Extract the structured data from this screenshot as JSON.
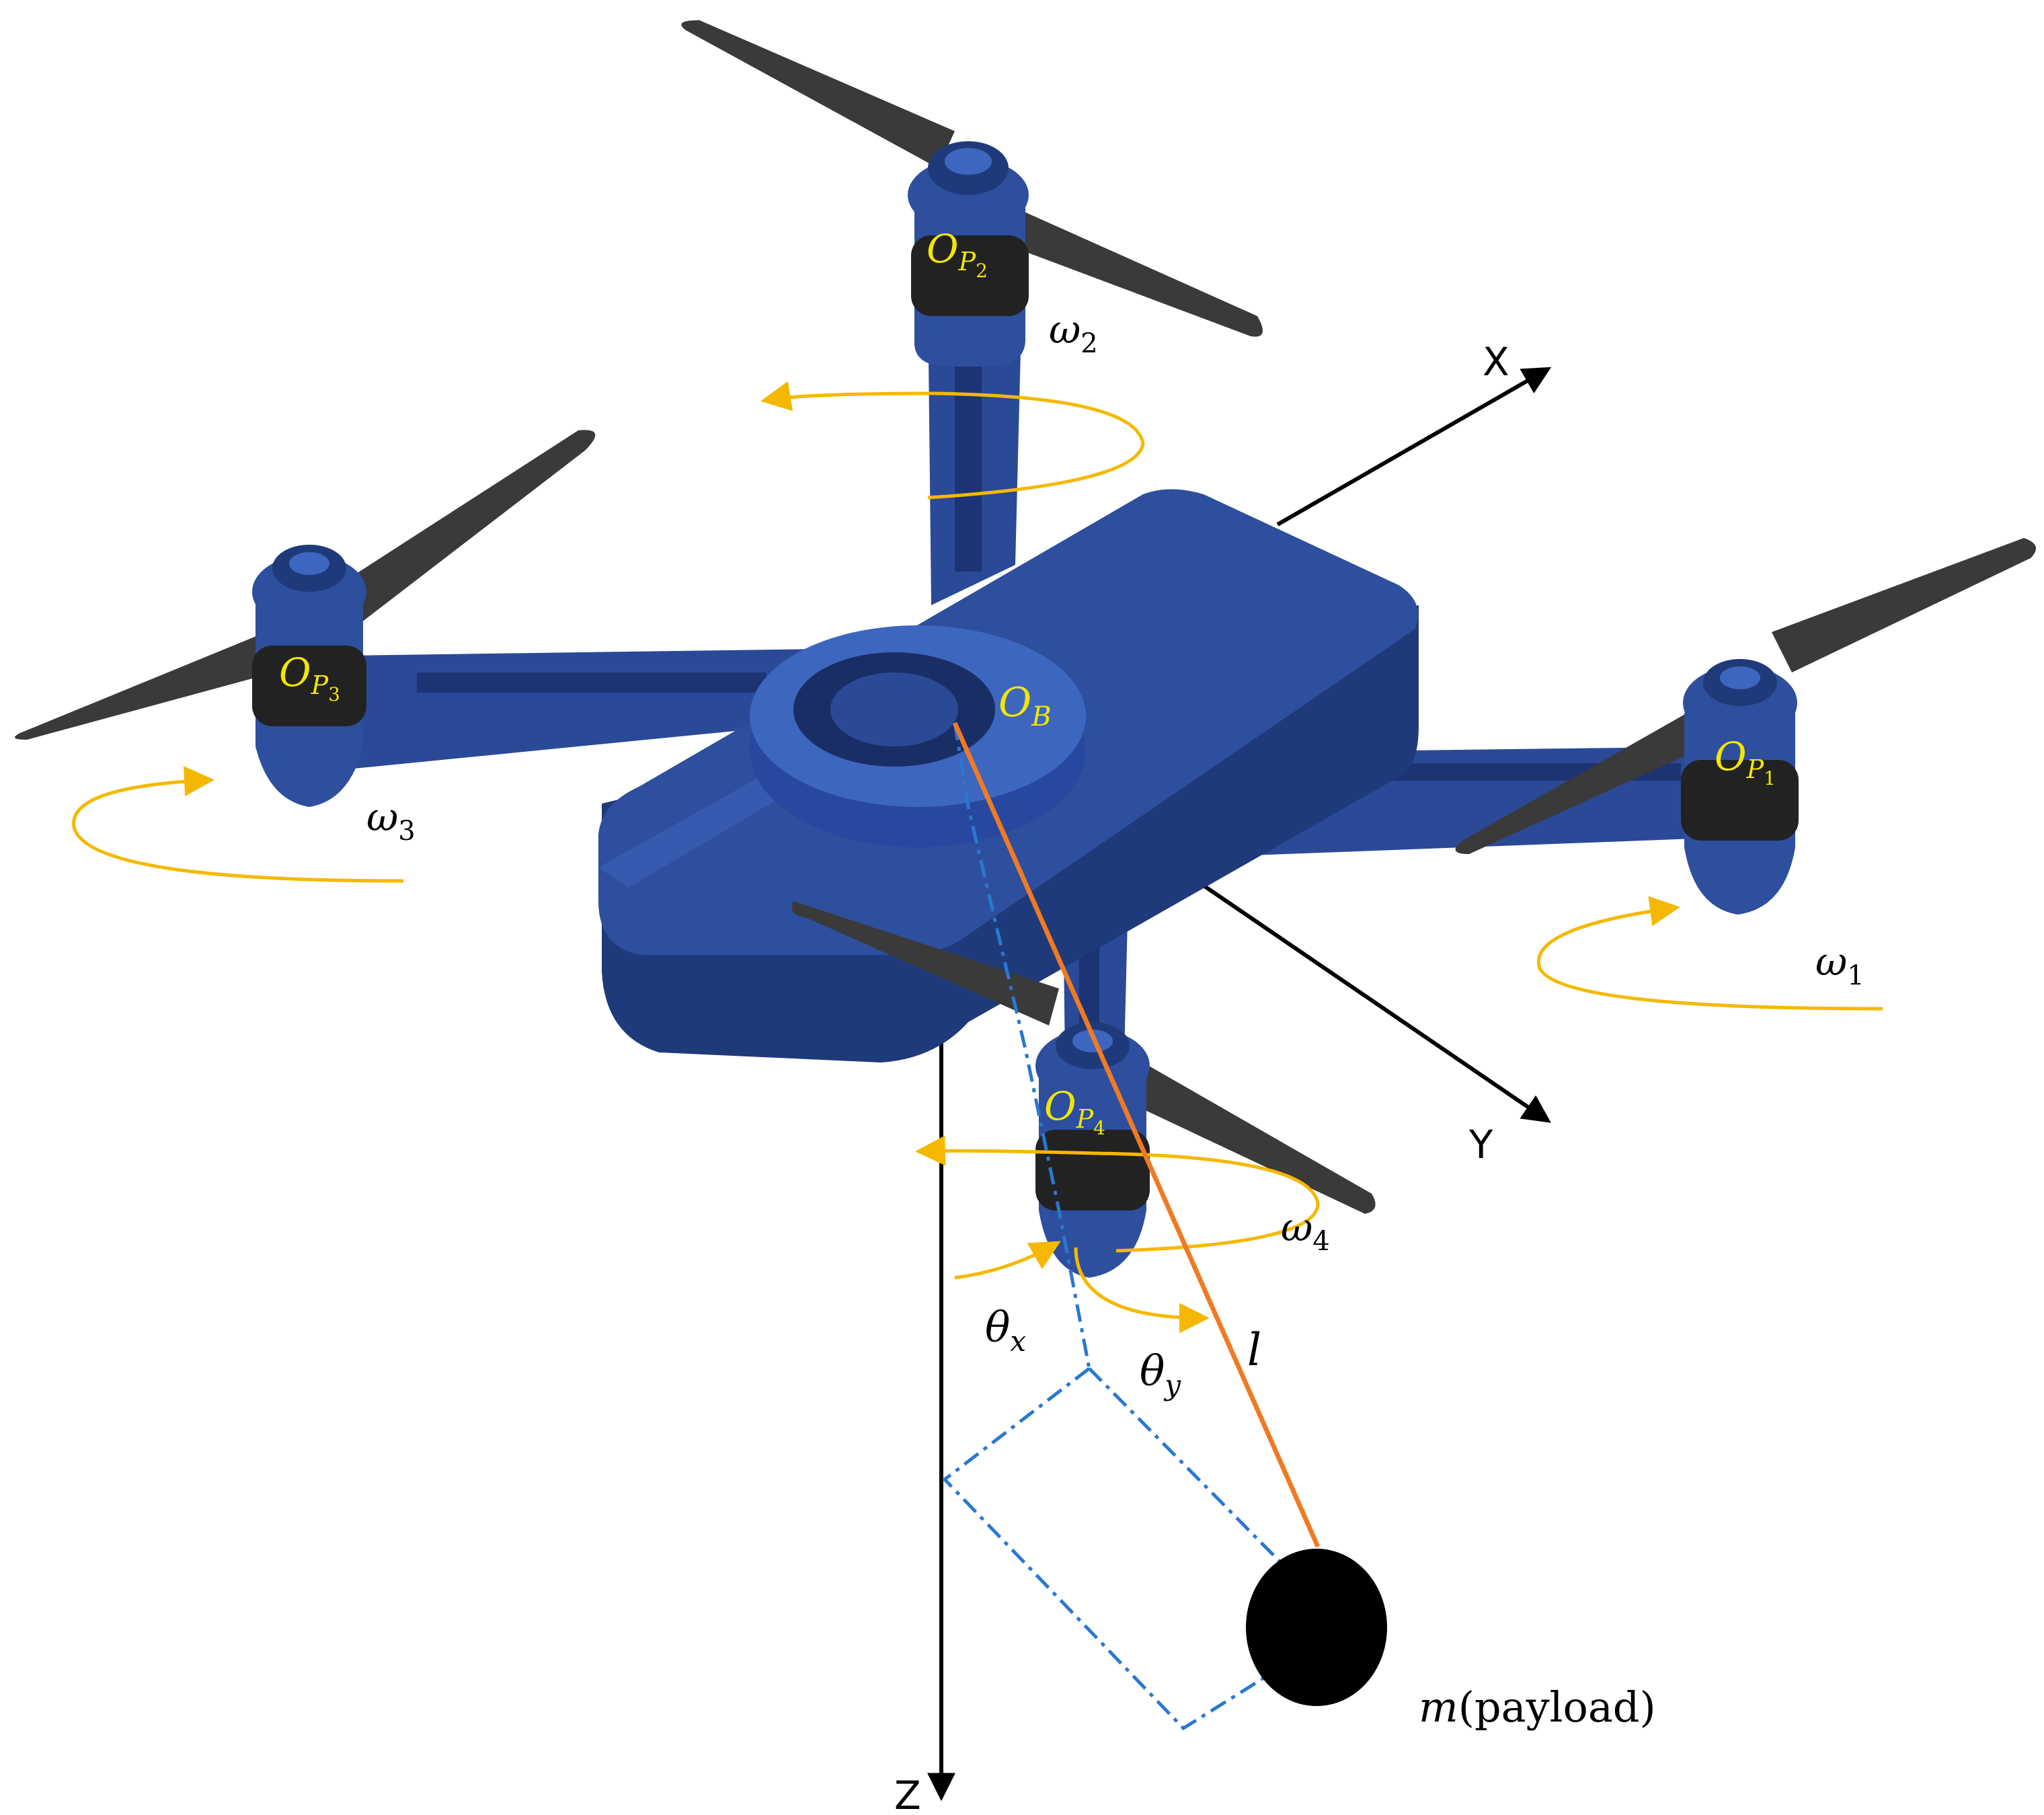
{
  "axes": {
    "x_label": "X",
    "y_label": "Y",
    "z_label": "Z"
  },
  "frames": {
    "body_origin": {
      "base": "O",
      "sub": "B"
    },
    "prop1": {
      "base": "O",
      "sub": "P",
      "subsub": "1"
    },
    "prop2": {
      "base": "O",
      "sub": "P",
      "subsub": "2"
    },
    "prop3": {
      "base": "O",
      "sub": "P",
      "subsub": "3"
    },
    "prop4": {
      "base": "O",
      "sub": "P",
      "subsub": "4"
    }
  },
  "rotors": {
    "w1": {
      "symbol": "ω",
      "sub": "1"
    },
    "w2": {
      "symbol": "ω",
      "sub": "2"
    },
    "w3": {
      "symbol": "ω",
      "sub": "3"
    },
    "w4": {
      "symbol": "ω",
      "sub": "4"
    }
  },
  "angles": {
    "theta_x": {
      "symbol": "θ",
      "sub": "x"
    },
    "theta_y": {
      "symbol": "θ",
      "sub": "y"
    }
  },
  "cable": {
    "label": "l"
  },
  "payload": {
    "symbol": "m",
    "text": "(payload)"
  },
  "colors": {
    "body": "#2d4f9e",
    "body_dark": "#1f3a7a",
    "body_light": "#3d66bf",
    "propeller": "#3a3a3a",
    "motor_band": "#222222",
    "label_yellow": "#f2e600",
    "rotation_arrow": "#f5b800",
    "cable": "#f07a24",
    "projection": "#2a78d0",
    "axis": "#000000",
    "payload": "#000000"
  }
}
